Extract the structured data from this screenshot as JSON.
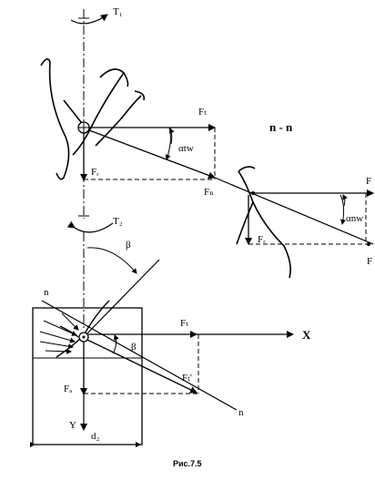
{
  "labels": {
    "t1": "T₁",
    "t2": "T₂",
    "ft_top": "Fₜ",
    "fr_top": "Fᵣ",
    "fn": "Fₙ",
    "alpha_tw": "αtw",
    "section": "n - n",
    "f_right_edge": "F",
    "fr_right": "Fᵣ",
    "alpha_nw": "αnw",
    "f_right_edge2": "F",
    "beta_top": "β",
    "n_left": "n",
    "ft_mid": "Fₜ",
    "beta_mid": "β",
    "x_axis": "X",
    "fa": "Fₐ",
    "ft_prime": "Fₜ'",
    "n_right": "n",
    "y_axis": "Y",
    "d2": "d₂",
    "caption": "Рис.7.5"
  }
}
